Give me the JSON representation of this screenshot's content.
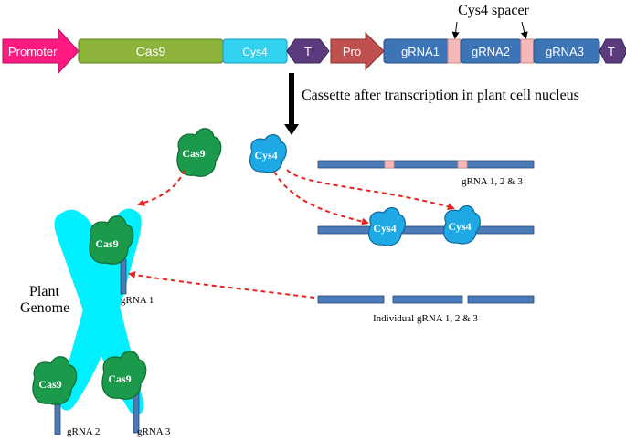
{
  "cassette": {
    "promoter": "Promoter",
    "cas9": "Cas9",
    "cys4": "Cys4",
    "terminator1": "T",
    "pro": "Pro",
    "grna1": "gRNA1",
    "grna2": "gRNA2",
    "grna3": "gRNA3",
    "terminator2": "T",
    "spacer_label": "Cys4 spacer"
  },
  "transcription_label": "Cassette after transcription in plant cell nucleus",
  "proteins": {
    "cas9_free": "Cas9",
    "cys4_free": "Cys4",
    "cys4_bound_1": "Cys4",
    "cys4_bound_2": "Cys4",
    "cas9_genome_top": "Cas9",
    "cas9_genome_bottom_left": "Cas9",
    "cas9_genome_bottom_right": "Cas9"
  },
  "transcripts": {
    "full_label": "gRNA 1, 2 & 3",
    "individual_label": "Individual gRNA 1, 2 & 3"
  },
  "genome": {
    "label_line1": "Plant",
    "label_line2": "Genome",
    "grna1_label": "gRNA 1",
    "grna2_label": "gRNA 2",
    "grna3_label": "gRNA 3"
  },
  "colors": {
    "promoter": "#ff1a80",
    "cas9_block": "#8db33a",
    "cys4_block": "#33d1f0",
    "terminator": "#5b3a7e",
    "pro": "#c0504d",
    "grna_block": "#3d74b6",
    "spacer": "#f4b8b8",
    "cas9_protein": "#1a9a4a",
    "cys4_protein": "#1fa8e6",
    "chromosome": "#00f0ff",
    "rna_bar": "#4a7ab8",
    "dashed_arrow": "#e8231c"
  }
}
